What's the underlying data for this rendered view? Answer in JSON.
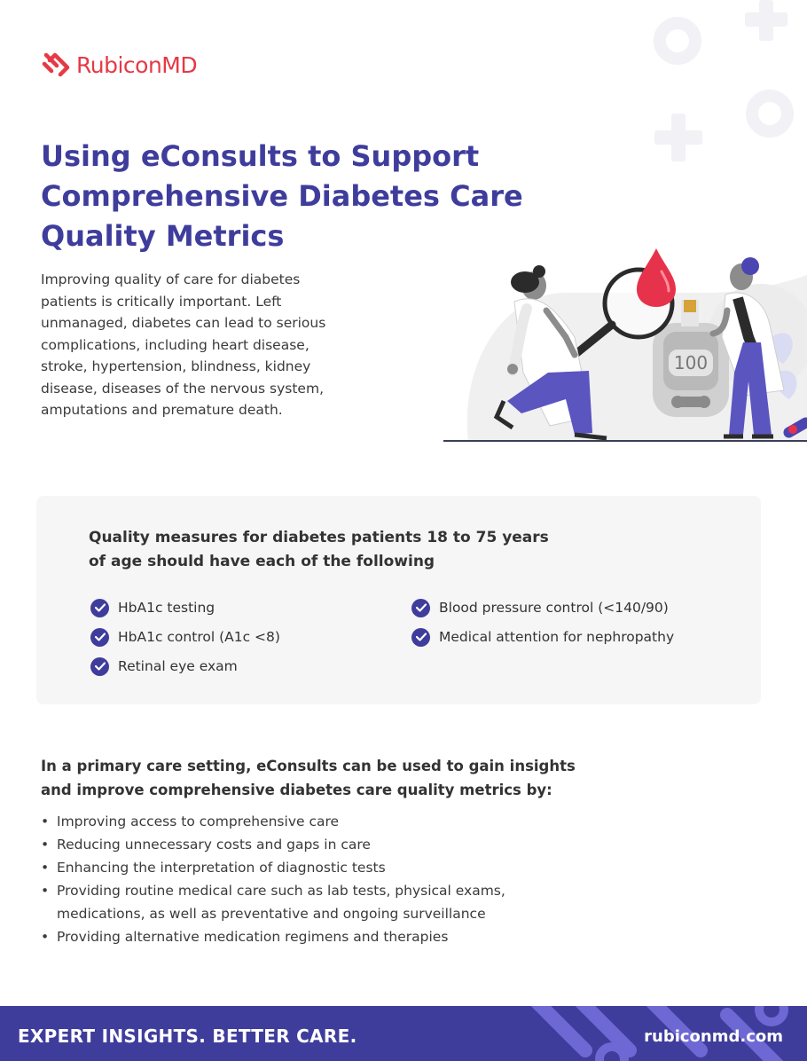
{
  "brand": {
    "name": "RubiconMD",
    "logo_icon": "rubicon-chain-icon",
    "primary_color": "#3f3d9c",
    "accent_color": "#e63946"
  },
  "title_lines": [
    "Using eConsults to Support",
    "Comprehensive Diabetes Care",
    "Quality Metrics"
  ],
  "intro": "Improving quality of care for diabetes patients is critically important. Left unmanaged, diabetes can lead to serious complications, including heart disease, stroke, hypertension, blindness, kidney disease, diseases of the nervous system, amputations and premature death.",
  "illustration": {
    "meter_reading": "100",
    "icon": "glucose-meter-doctors-illustration"
  },
  "measures": {
    "heading": "Quality measures for diabetes patients 18 to 75 years of age should have each of the following",
    "check_icon": "check-circle-icon",
    "items": [
      "HbA1c testing",
      "HbA1c control (A1c <8)",
      "Retinal eye exam",
      "Blood pressure control (<140/90)",
      "Medical attention for nephropathy"
    ]
  },
  "insights": {
    "heading": "In a primary care setting, eConsults can be used to gain insights and improve comprehensive diabetes care quality metrics by:",
    "bullets": [
      "Improving access to comprehensive care",
      "Reducing unnecessary costs and gaps in care",
      "Enhancing the interpretation of diagnostic tests",
      "Providing routine medical care such as lab tests, physical exams, medications, as well as preventative and ongoing surveillance",
      "Providing alternative medication regimens and therapies"
    ],
    "bullet_char": "•"
  },
  "footer": {
    "tagline": "EXPERT INSIGHTS. BETTER CARE.",
    "url": "rubiconmd.com"
  }
}
